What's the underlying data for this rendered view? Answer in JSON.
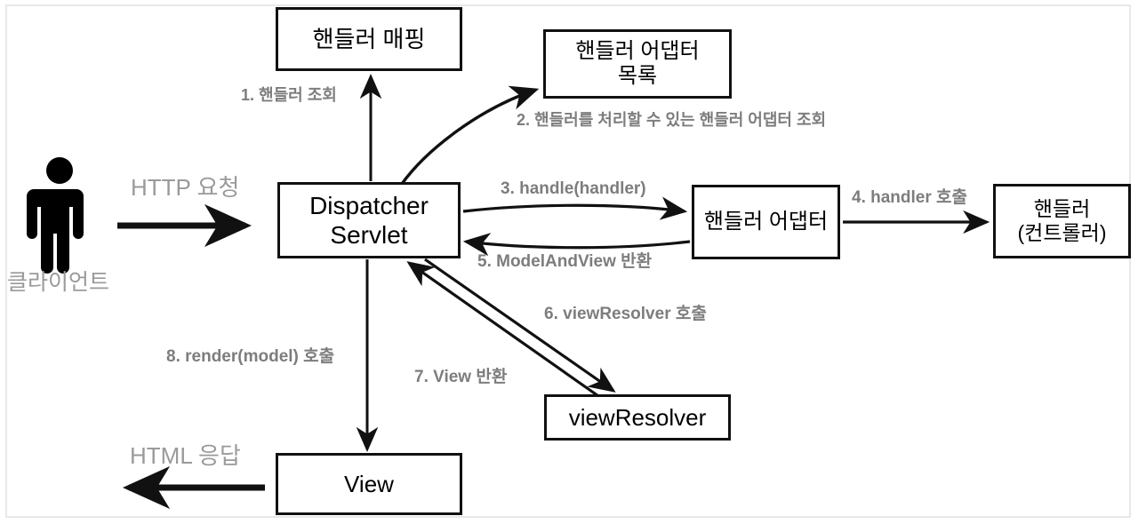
{
  "diagram": {
    "title": "Spring MVC DispatcherServlet request flow",
    "colors": {
      "box_border": "#111111",
      "box_fill": "#ffffff",
      "arrow": "#111111",
      "step_label": "#7d7d7d",
      "plain_label": "#9a9a9a",
      "frame": "#e8e8e8"
    },
    "nodes": [
      {
        "id": "handler-mapping",
        "label": "핸들러 매핑"
      },
      {
        "id": "handler-adapter-list",
        "label": "핸들러 어댑터\n목록"
      },
      {
        "id": "dispatcher-servlet",
        "label": "Dispatcher\nServlet"
      },
      {
        "id": "handler-adapter",
        "label": "핸들러 어댑터"
      },
      {
        "id": "handler-controller",
        "label": "핸들러\n(컨트롤러)"
      },
      {
        "id": "view-resolver",
        "label": "viewResolver"
      },
      {
        "id": "view",
        "label": "View"
      }
    ],
    "actor": {
      "id": "client",
      "label": "클라이언트"
    },
    "flow_labels": {
      "http_request": "HTTP 요청",
      "http_response": "HTML 응답"
    },
    "steps": [
      {
        "n": 1,
        "label": "1. 핸들러 조회"
      },
      {
        "n": 2,
        "label": "2. 핸들러를 처리할 수 있는 핸들러 어댑터 조회"
      },
      {
        "n": 3,
        "label": "3. handle(handler)"
      },
      {
        "n": 4,
        "label": "4. handler 호출"
      },
      {
        "n": 5,
        "label": "5. ModelAndView 반환"
      },
      {
        "n": 6,
        "label": "6. viewResolver 호출"
      },
      {
        "n": 7,
        "label": "7. View 반환"
      },
      {
        "n": 8,
        "label": "8. render(model) 호출"
      }
    ]
  }
}
